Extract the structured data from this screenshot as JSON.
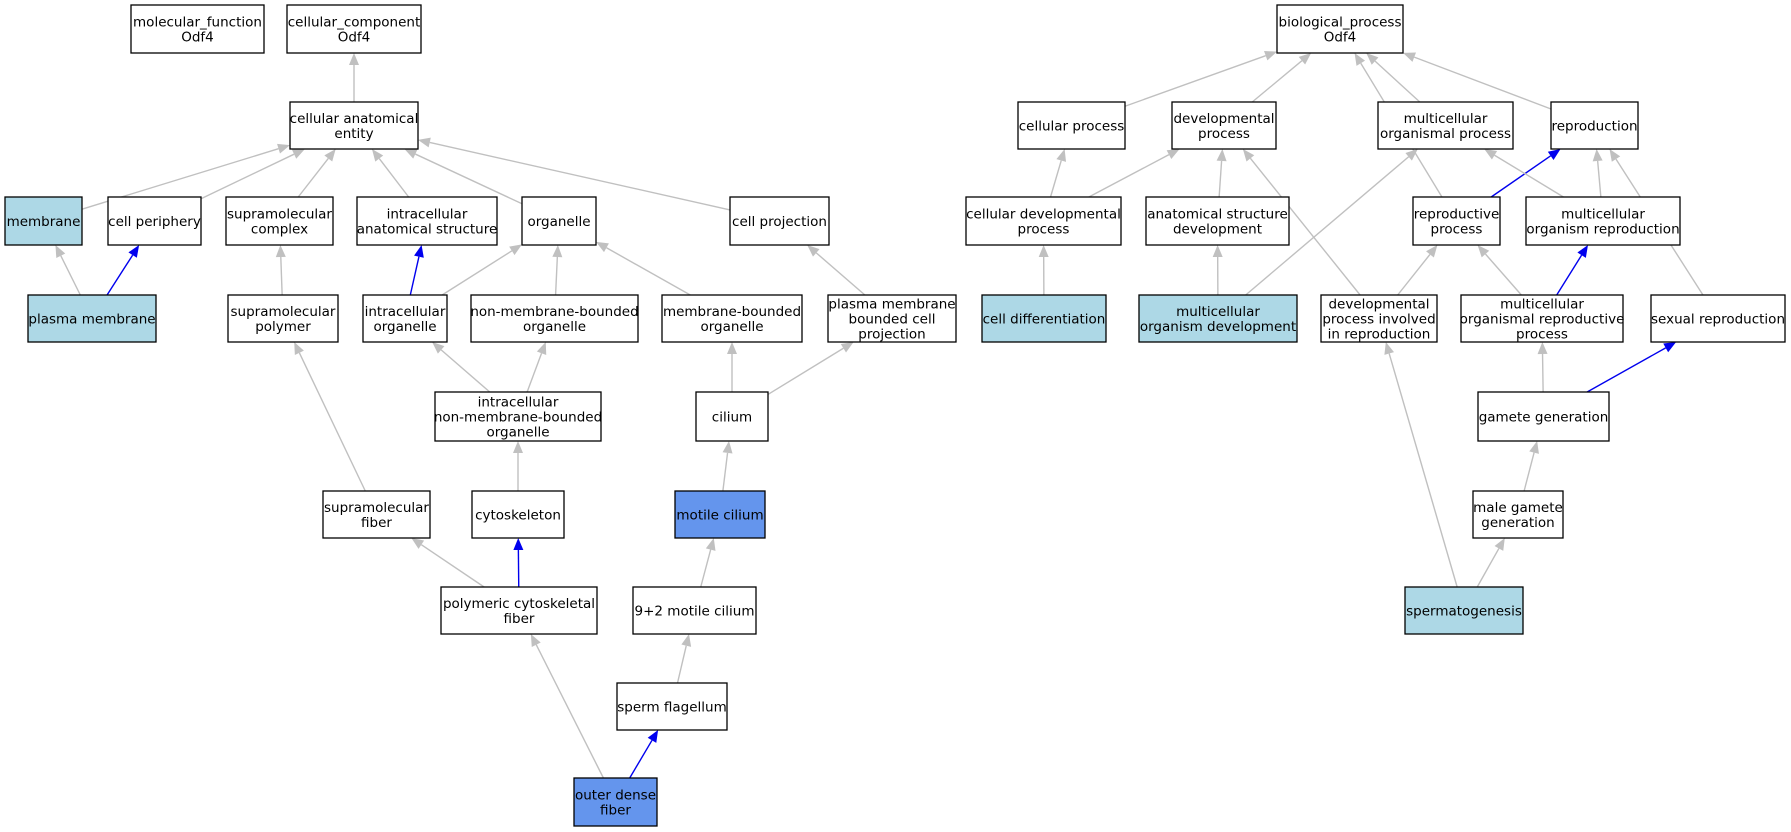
{
  "colors": {
    "default_fill": "#ffffff",
    "annotated_fill": "#add8e6",
    "direct_fill": "#6495ed",
    "edge_gray": "#c0c0c0",
    "edge_blue": "#0000ee",
    "border": "#000000"
  },
  "nodes": [
    {
      "id": "mf",
      "lines": [
        "molecular_function",
        "Odf4"
      ],
      "style": "default"
    },
    {
      "id": "cc",
      "lines": [
        "cellular_component",
        "Odf4"
      ],
      "style": "default"
    },
    {
      "id": "cae",
      "lines": [
        "cellular anatomical",
        "entity"
      ],
      "style": "default"
    },
    {
      "id": "membrane",
      "lines": [
        "membrane"
      ],
      "style": "annotated"
    },
    {
      "id": "cellper",
      "lines": [
        "cell periphery"
      ],
      "style": "default"
    },
    {
      "id": "supcomplex",
      "lines": [
        "supramolecular",
        "complex"
      ],
      "style": "default"
    },
    {
      "id": "ias",
      "lines": [
        "intracellular",
        "anatomical structure"
      ],
      "style": "default"
    },
    {
      "id": "organelle",
      "lines": [
        "organelle"
      ],
      "style": "default"
    },
    {
      "id": "cellproj",
      "lines": [
        "cell projection"
      ],
      "style": "default"
    },
    {
      "id": "plasmamem",
      "lines": [
        "plasma membrane"
      ],
      "style": "annotated"
    },
    {
      "id": "suppolymer",
      "lines": [
        "supramolecular",
        "polymer"
      ],
      "style": "default"
    },
    {
      "id": "intorg",
      "lines": [
        "intracellular",
        "organelle"
      ],
      "style": "default"
    },
    {
      "id": "nmbo",
      "lines": [
        "non-membrane-bounded",
        "organelle"
      ],
      "style": "default"
    },
    {
      "id": "mbo",
      "lines": [
        "membrane-bounded",
        "organelle"
      ],
      "style": "default"
    },
    {
      "id": "pmbcp",
      "lines": [
        "plasma membrane",
        "bounded cell",
        "projection"
      ],
      "style": "default"
    },
    {
      "id": "inmbo",
      "lines": [
        "intracellular",
        "non-membrane-bounded",
        "organelle"
      ],
      "style": "default"
    },
    {
      "id": "cilium",
      "lines": [
        "cilium"
      ],
      "style": "default"
    },
    {
      "id": "supfiber",
      "lines": [
        "supramolecular",
        "fiber"
      ],
      "style": "default"
    },
    {
      "id": "cytoskel",
      "lines": [
        "cytoskeleton"
      ],
      "style": "default"
    },
    {
      "id": "motcilium",
      "lines": [
        "motile cilium"
      ],
      "style": "direct"
    },
    {
      "id": "pcf",
      "lines": [
        "polymeric cytoskeletal",
        "fiber"
      ],
      "style": "default"
    },
    {
      "id": "ninetwo",
      "lines": [
        "9+2 motile cilium"
      ],
      "style": "default"
    },
    {
      "id": "spermflag",
      "lines": [
        "sperm flagellum"
      ],
      "style": "default"
    },
    {
      "id": "odf",
      "lines": [
        "outer dense",
        "fiber"
      ],
      "style": "direct"
    },
    {
      "id": "bp",
      "lines": [
        "biological_process",
        "Odf4"
      ],
      "style": "default"
    },
    {
      "id": "cellproc",
      "lines": [
        "cellular process"
      ],
      "style": "default"
    },
    {
      "id": "devproc",
      "lines": [
        "developmental",
        "process"
      ],
      "style": "default"
    },
    {
      "id": "mop",
      "lines": [
        "multicellular",
        "organismal process"
      ],
      "style": "default"
    },
    {
      "id": "repro",
      "lines": [
        "reproduction"
      ],
      "style": "default"
    },
    {
      "id": "cdp",
      "lines": [
        "cellular developmental",
        "process"
      ],
      "style": "default"
    },
    {
      "id": "asd",
      "lines": [
        "anatomical structure",
        "development"
      ],
      "style": "default"
    },
    {
      "id": "reproproc",
      "lines": [
        "reproductive",
        "process"
      ],
      "style": "default"
    },
    {
      "id": "mor",
      "lines": [
        "multicellular",
        "organism reproduction"
      ],
      "style": "default"
    },
    {
      "id": "celldiff",
      "lines": [
        "cell differentiation"
      ],
      "style": "annotated"
    },
    {
      "id": "mod",
      "lines": [
        "multicellular",
        "organism development"
      ],
      "style": "annotated"
    },
    {
      "id": "dpir",
      "lines": [
        "developmental",
        "process involved",
        "in reproduction"
      ],
      "style": "default"
    },
    {
      "id": "morp",
      "lines": [
        "multicellular",
        "organismal reproductive",
        "process"
      ],
      "style": "default"
    },
    {
      "id": "sexrepro",
      "lines": [
        "sexual reproduction"
      ],
      "style": "default"
    },
    {
      "id": "gametegen",
      "lines": [
        "gamete generation"
      ],
      "style": "default"
    },
    {
      "id": "mgg",
      "lines": [
        "male gamete",
        "generation"
      ],
      "style": "default"
    },
    {
      "id": "spermato",
      "lines": [
        "spermatogenesis"
      ],
      "style": "annotated"
    }
  ],
  "edges": [
    {
      "from": "cae",
      "to": "cc",
      "color": "gray"
    },
    {
      "from": "membrane",
      "to": "cae",
      "color": "gray"
    },
    {
      "from": "cellper",
      "to": "cae",
      "color": "gray"
    },
    {
      "from": "supcomplex",
      "to": "cae",
      "color": "gray"
    },
    {
      "from": "ias",
      "to": "cae",
      "color": "gray"
    },
    {
      "from": "organelle",
      "to": "cae",
      "color": "gray"
    },
    {
      "from": "cellproj",
      "to": "cae",
      "color": "gray"
    },
    {
      "from": "plasmamem",
      "to": "membrane",
      "color": "gray"
    },
    {
      "from": "plasmamem",
      "to": "cellper",
      "color": "blue"
    },
    {
      "from": "suppolymer",
      "to": "supcomplex",
      "color": "gray"
    },
    {
      "from": "intorg",
      "to": "ias",
      "color": "blue"
    },
    {
      "from": "intorg",
      "to": "organelle",
      "color": "gray"
    },
    {
      "from": "nmbo",
      "to": "organelle",
      "color": "gray"
    },
    {
      "from": "mbo",
      "to": "organelle",
      "color": "gray"
    },
    {
      "from": "pmbcp",
      "to": "cellproj",
      "color": "gray"
    },
    {
      "from": "inmbo",
      "to": "intorg",
      "color": "gray"
    },
    {
      "from": "inmbo",
      "to": "nmbo",
      "color": "gray"
    },
    {
      "from": "cilium",
      "to": "mbo",
      "color": "gray"
    },
    {
      "from": "cilium",
      "to": "pmbcp",
      "color": "gray"
    },
    {
      "from": "supfiber",
      "to": "suppolymer",
      "color": "gray"
    },
    {
      "from": "cytoskel",
      "to": "inmbo",
      "color": "gray"
    },
    {
      "from": "motcilium",
      "to": "cilium",
      "color": "gray"
    },
    {
      "from": "pcf",
      "to": "supfiber",
      "color": "gray"
    },
    {
      "from": "pcf",
      "to": "cytoskel",
      "color": "blue"
    },
    {
      "from": "ninetwo",
      "to": "motcilium",
      "color": "gray"
    },
    {
      "from": "spermflag",
      "to": "ninetwo",
      "color": "gray"
    },
    {
      "from": "odf",
      "to": "pcf",
      "color": "gray"
    },
    {
      "from": "odf",
      "to": "spermflag",
      "color": "blue"
    },
    {
      "from": "cellproc",
      "to": "bp",
      "color": "gray"
    },
    {
      "from": "devproc",
      "to": "bp",
      "color": "gray"
    },
    {
      "from": "mop",
      "to": "bp",
      "color": "gray"
    },
    {
      "from": "repro",
      "to": "bp",
      "color": "gray"
    },
    {
      "from": "reproproc",
      "to": "bp",
      "color": "gray"
    },
    {
      "from": "cdp",
      "to": "cellproc",
      "color": "gray"
    },
    {
      "from": "cdp",
      "to": "devproc",
      "color": "gray"
    },
    {
      "from": "asd",
      "to": "devproc",
      "color": "gray"
    },
    {
      "from": "dpir",
      "to": "devproc",
      "color": "gray"
    },
    {
      "from": "reproproc",
      "to": "repro",
      "color": "blue"
    },
    {
      "from": "mor",
      "to": "repro",
      "color": "gray"
    },
    {
      "from": "mor",
      "to": "mop",
      "color": "gray"
    },
    {
      "from": "celldiff",
      "to": "cdp",
      "color": "gray"
    },
    {
      "from": "mod",
      "to": "asd",
      "color": "gray"
    },
    {
      "from": "mod",
      "to": "mop",
      "color": "gray"
    },
    {
      "from": "dpir",
      "to": "reproproc",
      "color": "gray"
    },
    {
      "from": "morp",
      "to": "reproproc",
      "color": "gray"
    },
    {
      "from": "morp",
      "to": "mor",
      "color": "blue"
    },
    {
      "from": "sexrepro",
      "to": "repro",
      "color": "gray"
    },
    {
      "from": "gametegen",
      "to": "morp",
      "color": "gray"
    },
    {
      "from": "gametegen",
      "to": "sexrepro",
      "color": "blue"
    },
    {
      "from": "mgg",
      "to": "gametegen",
      "color": "gray"
    },
    {
      "from": "spermato",
      "to": "mgg",
      "color": "gray"
    },
    {
      "from": "spermato",
      "to": "dpir",
      "color": "gray"
    }
  ]
}
